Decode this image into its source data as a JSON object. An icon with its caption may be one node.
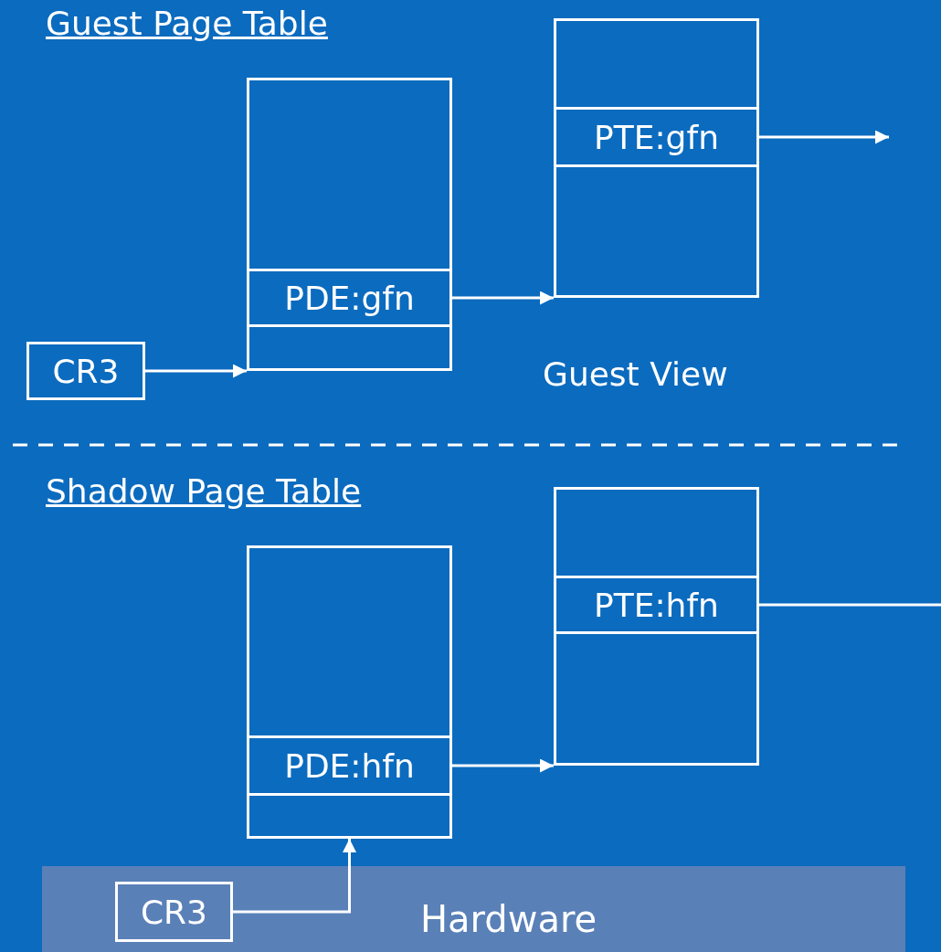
{
  "diagram": {
    "nodes": [
      {
        "text": [],
        "shape": "box"
      },
      {
        "text": [
          "PDE:gfn"
        ],
        "in": 0
      },
      {
        "text": [],
        "shape": "box"
      },
      {
        "text": [
          "PTE:gfn"
        ],
        "in": 2
      },
      {
        "text": [
          "CR3"
        ]
      },
      {
        "text": [],
        "shape": "box"
      },
      {
        "text": [
          "PDE:hfn"
        ],
        "in": 5
      },
      {
        "text": [],
        "shape": "box"
      },
      {
        "text": [
          "PTE:hfn"
        ],
        "in": 7
      },
      {
        "text": [
          "Hardware"
        ]
      },
      {
        "text": [
          "CR3"
        ],
        "in": 9
      }
    ],
    "edges": [
      {
        "from": 4,
        "to": 0,
        "arrow": "to"
      },
      {
        "from": 1,
        "to": 2,
        "arrow": "to"
      },
      {
        "from": 3,
        "to": null,
        "arrow": "to"
      },
      {
        "from": 10,
        "to": 5,
        "arrow": "to"
      },
      {
        "from": 6,
        "to": 7,
        "arrow": "to"
      },
      {
        "from": 8,
        "to": null,
        "arrow": "none"
      }
    ],
    "labels": [
      "Guest Page Table",
      "Guest View",
      "Shadow Page Table"
    ]
  }
}
